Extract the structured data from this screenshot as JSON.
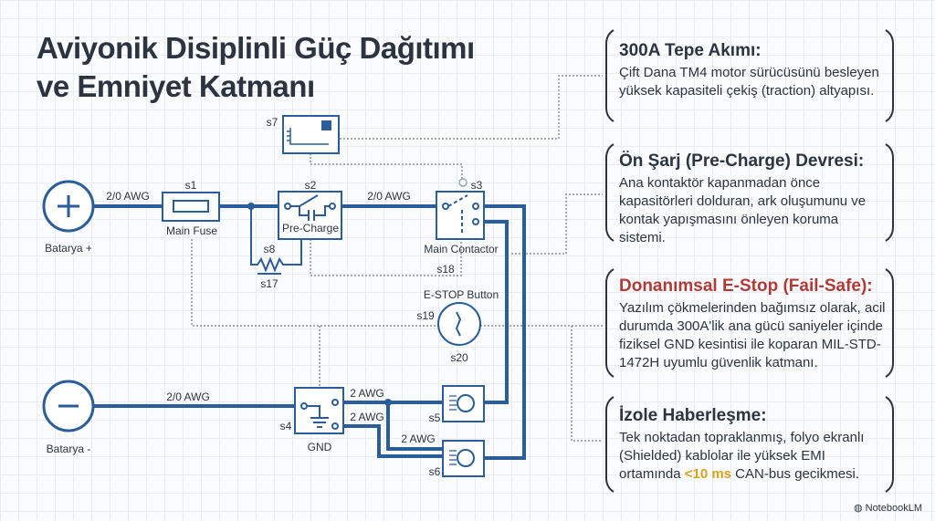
{
  "title": {
    "line1": "Aviyonik Disiplinli Güç Dağıtımı",
    "line2": "ve Emniyet Katmanı"
  },
  "diagram": {
    "battery_pos": "Batarya +",
    "battery_neg": "Batarya -",
    "wire_pos_1": "2/0 AWG",
    "wire_pos_2": "2/0 AWG",
    "wire_neg": "2/0 AWG",
    "wire_gnd_1": "2 AWG",
    "wire_gnd_2": "2 AWG",
    "wire_gnd_3": "2 AWG",
    "s1": "s1",
    "fuse": "Main Fuse",
    "s2": "s2",
    "precharge": "Pre-Charge",
    "s3": "s3",
    "contactor": "Main Contactor",
    "s4": "s4",
    "gnd": "GND",
    "s5": "s5",
    "s6": "s6",
    "s7": "s7",
    "s8": "s8",
    "s17": "s17",
    "s18": "s18",
    "s19": "s19",
    "s20": "s20",
    "estop": "E-STOP Button"
  },
  "panels": [
    {
      "heading": "300A Tepe Akımı:",
      "body": "Çift Dana TM4 motor sürücüsünü besleyen yüksek kapasiteli çekiş (traction) altyapısı."
    },
    {
      "heading": "Ön Şarj (Pre-Charge) Devresi:",
      "body": "Ana kontaktör kapanmadan önce kapasitörleri dolduran, ark oluşumunu ve kontak yapışmasını önleyen koruma sistemi."
    },
    {
      "heading": "Donanımsal E-Stop (Fail-Safe):",
      "body": "Yazılım çökmelerinden bağımsız olarak, acil durumda 300A'lik ana gücü saniyeler içinde fiziksel GND kesintisi ile koparan MIL-STD-1472H uyumlu güvenlik katmanı."
    },
    {
      "heading": "İzole Haberleşme:",
      "body_pre": "Tek noktadan topraklanmış, folyo ekranlı (Shielded) kablolar ile yüksek EMI ortamında ",
      "highlight": "<10 ms",
      "body_post": " CAN-bus gecikmesi."
    }
  ],
  "brand": "NotebookLM",
  "colors": {
    "wire": "#2a5d9a",
    "text": "#2b3440",
    "alert": "#b23a36",
    "highlight": "#d9a21b"
  }
}
